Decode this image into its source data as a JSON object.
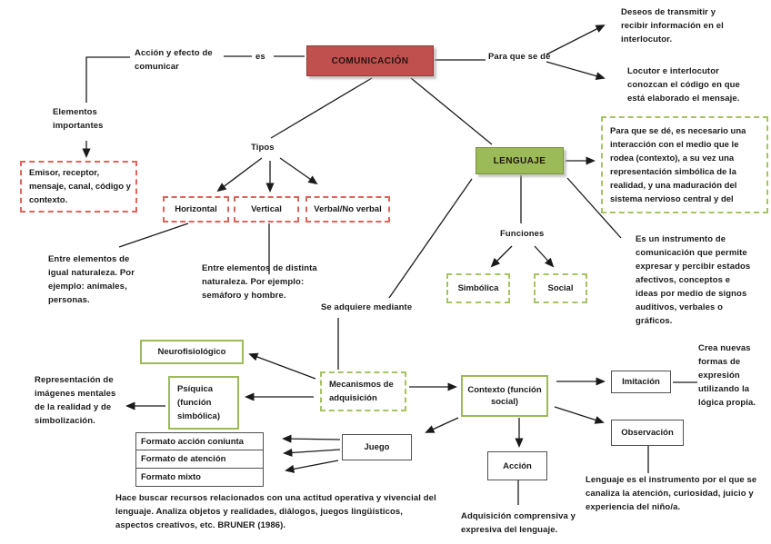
{
  "map": {
    "comunicacion": "COMUNICACIÓN",
    "lenguaje": "LENGUAJE",
    "es": "es",
    "accion_efecto": "Acción y efecto de comunicar",
    "para_que_se_de": "Para que se dé",
    "elementos_importantes": "Elementos importantes",
    "tipos": "Tipos",
    "funciones": "Funciones",
    "se_adquiere": "Se adquiere mediante",
    "horizontal": "Horizontal",
    "vertical": "Vertical",
    "verbal": "Verbal/No verbal",
    "emisor": "Emisor, receptor, mensaje, canal, código y contexto.",
    "deseos": "Deseos de transmitir y recibir información en el interlocutor.",
    "locutor": "Locutor e interlocutor conozcan el código en que está elaborado el mensaje.",
    "para_necesario": "Para que se dé, es necesario una interacción con el medio que le rodea (contexto), a su vez una representación simbólica de la realidad, y una maduración del sistema nervioso central y del",
    "instrumento": "Es un instrumento de comunicación que permite expresar y percibir estados afectivos, conceptos e ideas por medio de signos auditivos, verbales o gráficos.",
    "igual": "Entre elementos de igual naturaleza.  Por ejemplo: animales, personas.",
    "distinta": "Entre elementos de distinta naturaleza. Por ejemplo: semáforo y hombre.",
    "simbolica": "Simbólica",
    "social": "Social",
    "mecanismos": "Mecanismos de adquisición",
    "neurofisiologico": "Neurofisiológico",
    "psiquica": "Psíquica (función simbólica)",
    "contexto": "Contexto (función social)",
    "representacion": "Representación de imágenes mentales de la realidad y de simbolización.",
    "formato_rows": [
      "Formato acción coniunta",
      "Formato de atención",
      "Formato mixto"
    ],
    "juego": "Juego",
    "imitacion": "Imitación",
    "observacion": "Observación",
    "accion": "Acción",
    "crea_nuevas": "Crea nuevas formas de expresión utilizando la lógica propia.",
    "lenguaje_instrumento": "Lenguaje es el instrumento por el que se canaliza la atención, curiosidad, juicio y experiencia del niño/a.",
    "adquisicion_comprensiva": "Adquisición comprensiva y expresiva del lenguaje.",
    "hace_buscar": "Hace buscar recursos relacionados con una actitud operativa y vivencial del lenguaje. Analiza objetos y realidades, diálogos, juegos lingüísticos, aspectos creativos, etc. BRUNER (1986)."
  },
  "colors": {
    "comunicacion_fill": "#c0504d",
    "comunicacion_border": "#8e3a37",
    "lenguaje_fill": "#9bbb59",
    "lenguaje_border": "#75903c",
    "dashed_red": "#e0635a",
    "dashed_green": "#a6c361",
    "solid_green": "#9bbb59",
    "plain_border": "#4f4f4f",
    "line": "#1a1a1a"
  }
}
